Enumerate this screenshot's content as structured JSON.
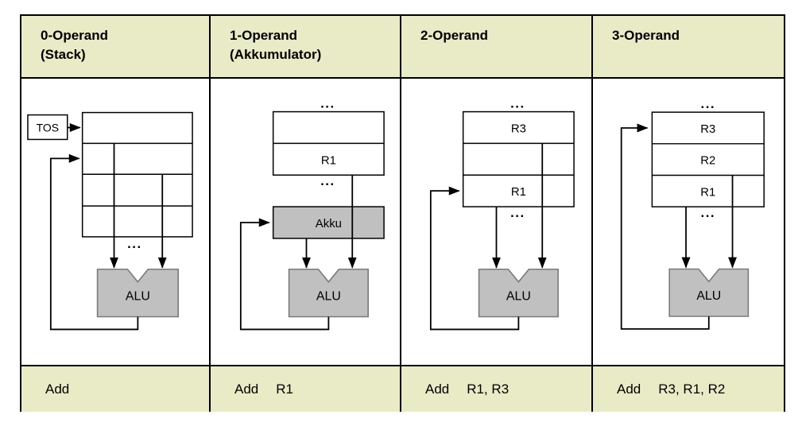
{
  "columns": [
    {
      "header_line1": "0-Operand",
      "header_line2": "(Stack)",
      "command_op": "Add",
      "command_args": ""
    },
    {
      "header_line1": "1-Operand",
      "header_line2": "(Akkumulator)",
      "command_op": "Add",
      "command_args": "R1"
    },
    {
      "header_line1": "2-Operand",
      "header_line2": "",
      "command_op": "Add",
      "command_args": "R1, R3"
    },
    {
      "header_line1": "3-Operand",
      "header_line2": "",
      "command_op": "Add",
      "command_args": "R3, R1, R2"
    }
  ],
  "labels": {
    "tos": "TOS",
    "r1": "R1",
    "r2": "R2",
    "r3": "R3",
    "akku": "Akku",
    "alu": "ALU",
    "ellipsis": "..."
  },
  "colors": {
    "header_bg": "#e9ebc6",
    "light_cell": "#ececec",
    "dark_cell": "#c0c0c0",
    "alu_border": "#7a7a7a",
    "line": "#000000"
  }
}
